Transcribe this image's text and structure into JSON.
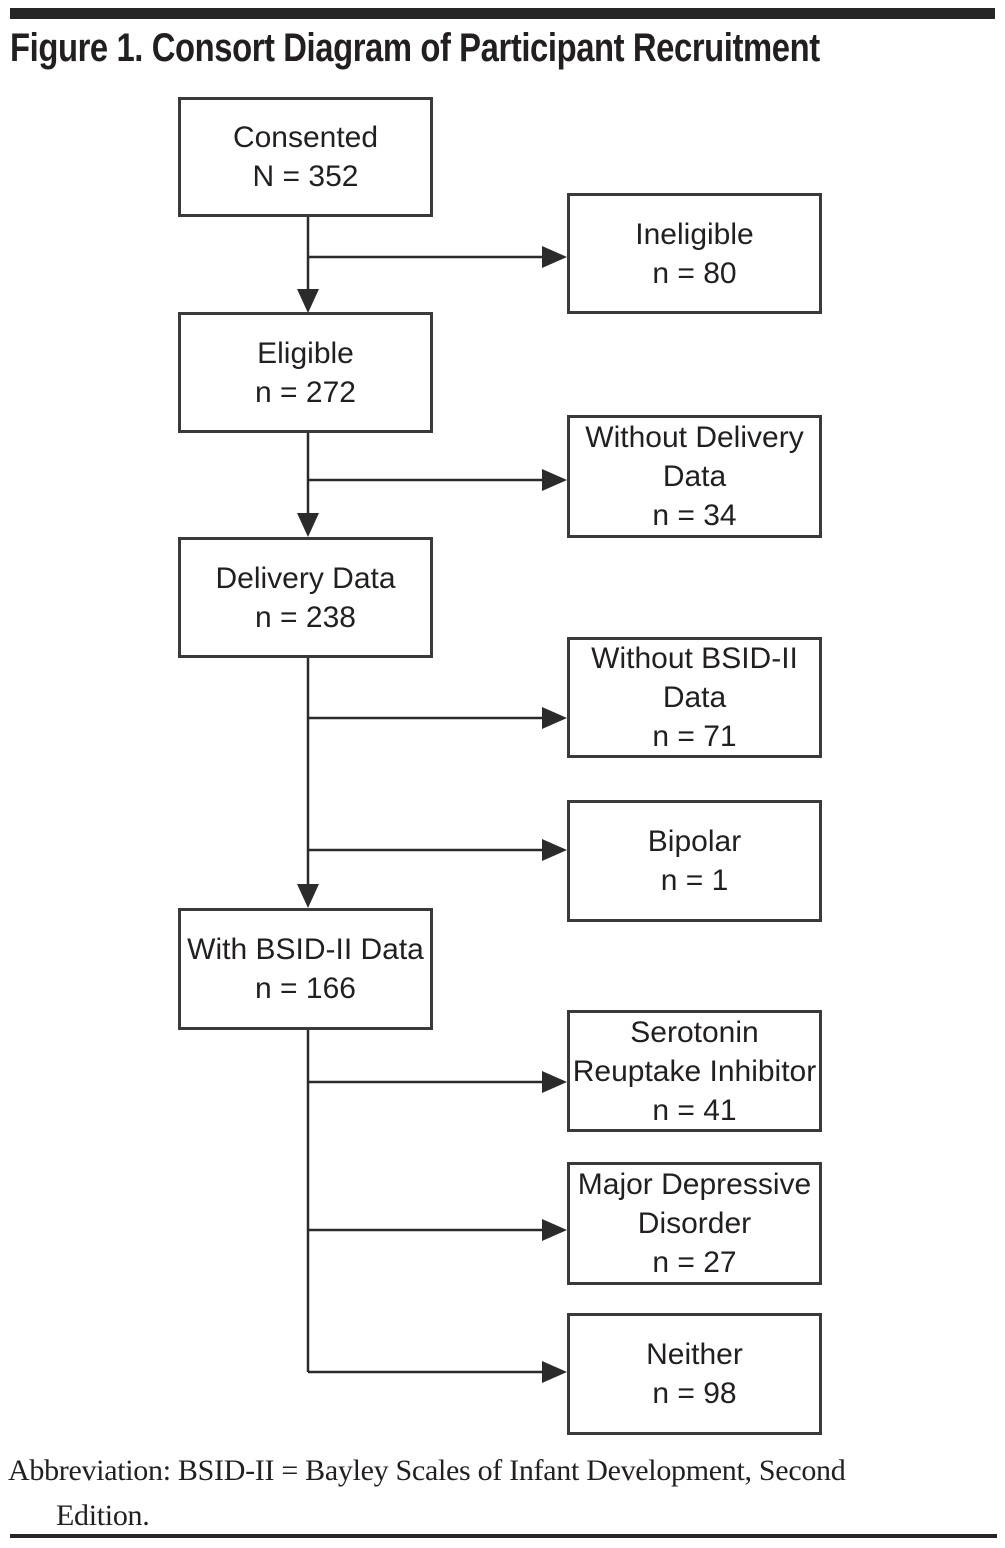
{
  "title": "Figure 1. Consort Diagram of Participant Recruitment",
  "diagram": {
    "main_boxes": [
      {
        "label": "Consented",
        "count": "N = 352"
      },
      {
        "label": "Eligible",
        "count": "n = 272"
      },
      {
        "label": "Delivery Data",
        "count": "n = 238"
      },
      {
        "label": "With BSID-II Data",
        "count": "n = 166"
      }
    ],
    "branch_boxes": [
      {
        "label": "Ineligible",
        "count": "n = 80"
      },
      {
        "label": "Without Delivery\nData",
        "count": "n = 34"
      },
      {
        "label": "Without BSID-II\nData",
        "count": "n = 71"
      },
      {
        "label": "Bipolar",
        "count": "n = 1"
      },
      {
        "label": "Serotonin\nReuptake Inhibitor",
        "count": "n = 41"
      },
      {
        "label": "Major Depressive\nDisorder",
        "count": "n = 27"
      },
      {
        "label": "Neither",
        "count": "n = 98"
      }
    ]
  },
  "footnote": {
    "line1": "Abbreviation: BSID-II = Bayley Scales of Infant Development, Second",
    "line2": "Edition."
  },
  "colors": {
    "ink": "#231f20",
    "line": "#2b2b2b",
    "border": "#3a3a3c",
    "rule": "#262626"
  }
}
